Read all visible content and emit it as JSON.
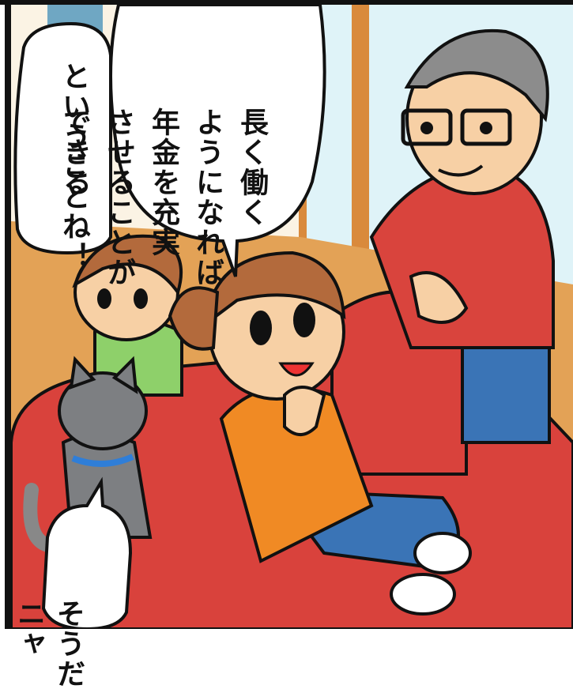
{
  "bubble_main": {
    "lines": [
      "長く働く",
      "ようになれば",
      "年金を充実",
      "させることが",
      "できる"
    ]
  },
  "bubble_left": {
    "text": "ということね！"
  },
  "bubble_cat": {
    "lines": [
      "そうだ",
      "ニャ"
    ]
  },
  "colors": {
    "sofa": "#d9423c",
    "wall": "#fbf3e4",
    "floor": "#e3a256",
    "window_frame": "#d98a3c",
    "outline": "#111111"
  }
}
